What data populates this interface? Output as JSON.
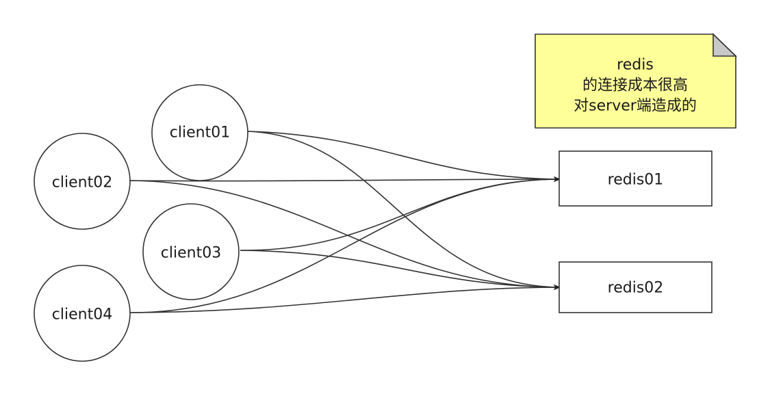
{
  "clients": [
    {
      "id": "client01",
      "label": "client01"
    },
    {
      "id": "client02",
      "label": "client02"
    },
    {
      "id": "client03",
      "label": "client03"
    },
    {
      "id": "client04",
      "label": "client04"
    }
  ],
  "servers": [
    {
      "id": "redis01",
      "label": "redis01"
    },
    {
      "id": "redis02",
      "label": "redis02"
    }
  ],
  "edges": [
    {
      "from": "client01",
      "to": "redis01"
    },
    {
      "from": "client01",
      "to": "redis02"
    },
    {
      "from": "client02",
      "to": "redis01"
    },
    {
      "from": "client02",
      "to": "redis02"
    },
    {
      "from": "client03",
      "to": "redis01"
    },
    {
      "from": "client03",
      "to": "redis02"
    },
    {
      "from": "client04",
      "to": "redis01"
    },
    {
      "from": "client04",
      "to": "redis02"
    }
  ],
  "note": {
    "lines": [
      "redis",
      "的连接成本很高",
      "对server端造成的"
    ]
  },
  "colors": {
    "stroke": "#333333",
    "note_fill": "#ffff99",
    "note_fold": "#c8c8c8"
  }
}
